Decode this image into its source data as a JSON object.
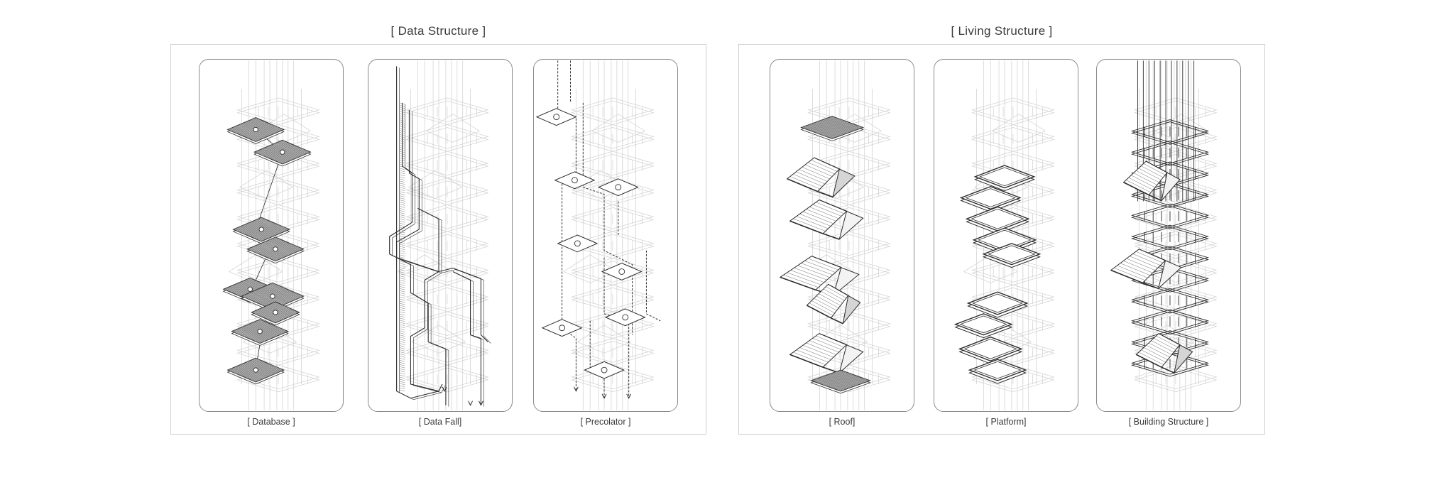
{
  "groups": [
    {
      "id": "data-structure",
      "title": "[ Data Structure ]",
      "panels": [
        {
          "id": "database",
          "label": "[ Database ]"
        },
        {
          "id": "data-fall",
          "label": "[ Data Fall]"
        },
        {
          "id": "precolator",
          "label": "[ Precolator ]"
        }
      ]
    },
    {
      "id": "living-structure",
      "title": "[ Living Structure ]",
      "panels": [
        {
          "id": "roof",
          "label": "[ Roof]"
        },
        {
          "id": "platform",
          "label": "[ Platform]"
        },
        {
          "id": "building-structure",
          "label": "[ Building Structure ]"
        }
      ]
    }
  ],
  "colors": {
    "ghost": "#d4d4d4",
    "ink": "#2b2b2b",
    "hatch": "#6a6a6a",
    "frame": "#cfcfcf",
    "panel_border": "#8a8a8a"
  }
}
